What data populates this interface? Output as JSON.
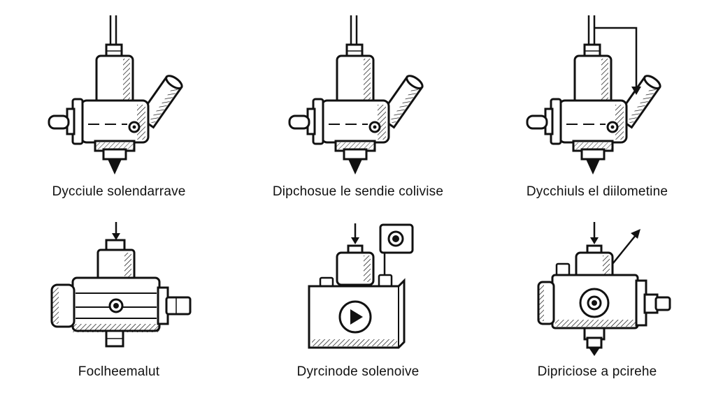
{
  "diagram": {
    "items": [
      {
        "caption": "Dycciule solendarrave"
      },
      {
        "caption": "Dipchosue le sendie colivise"
      },
      {
        "caption": "Dycchiuls el diilometine"
      },
      {
        "caption": "Foclheemalut"
      },
      {
        "caption": "Dyrcinode solenoive"
      },
      {
        "caption": "Dipricіose a pcirehe"
      }
    ]
  },
  "colors": {
    "ink": "#111111",
    "background": "#ffffff"
  }
}
